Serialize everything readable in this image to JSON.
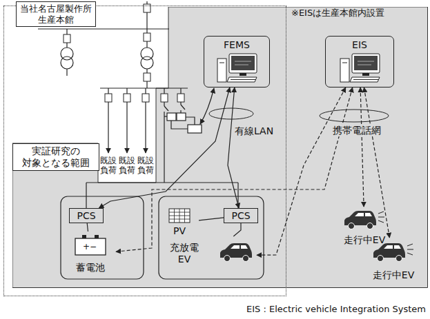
{
  "diagram": {
    "caption": "EIS : Electric vehicle Integration System",
    "nodes": [
      {
        "text": [
          "当社名古屋製作所 生産本館"
        ]
      },
      {
        "text": [
          "実証研究の 対象となる範囲"
        ]
      },
      {
        "text": [
          "FEMS"
        ],
        "in": 1
      },
      {
        "text": [
          "EIS"
        ],
        "in": 1
      },
      {
        "text": [
          "PCS"
        ],
        "in": 1
      },
      {
        "text": [
          "蓄電池"
        ],
        "in": 1
      },
      {
        "text": [
          "PV"
        ],
        "in": 1
      },
      {
        "text": [
          "PCS"
        ],
        "in": 1
      },
      {
        "text": [
          "充放電 EV"
        ],
        "in": 1
      },
      {
        "text": [
          "走行中EV"
        ],
        "in": 1
      },
      {
        "text": [
          "走行中EV"
        ],
        "in": 1
      }
    ],
    "edges": [
      {
        "from": 2,
        "to": 4,
        "arrow": "both"
      },
      {
        "from": 2,
        "to": 7,
        "arrow": "both"
      },
      {
        "from": 4,
        "to": 5,
        "arrow": "none"
      },
      {
        "from": 6,
        "to": 7,
        "arrow": "none"
      },
      {
        "from": 7,
        "to": 8,
        "arrow": "none"
      },
      {
        "from": 3,
        "to": 5,
        "arrow": "both"
      },
      {
        "from": 3,
        "to": 8,
        "arrow": "both"
      },
      {
        "from": 3,
        "to": 9,
        "arrow": "both"
      },
      {
        "from": 3,
        "to": 10,
        "arrow": "both"
      }
    ],
    "labels": [
      "※EISは生産本館内設置",
      "有線LAN",
      "携帯電話網",
      "既設 負荷",
      "既設 負荷",
      "既設 負荷",
      "+−"
    ]
  }
}
